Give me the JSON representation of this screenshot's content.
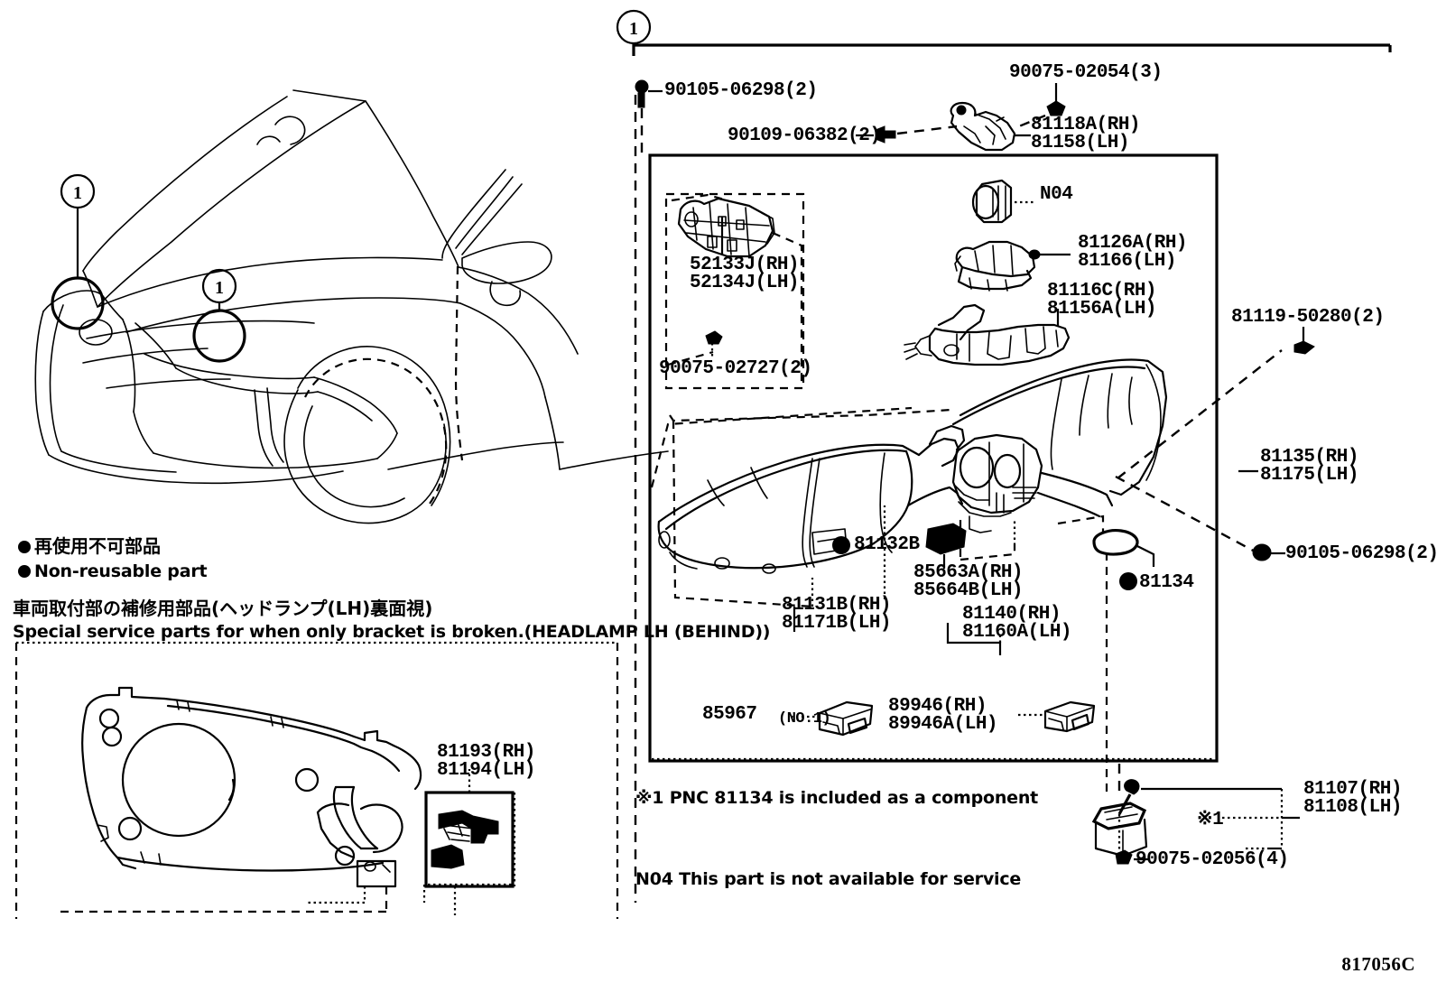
{
  "diagram": {
    "id": "817056C",
    "section_marker": "1",
    "vehicle_markers": [
      "1",
      "1"
    ]
  },
  "legend": {
    "nonreusable_jp": "再使用不可部品",
    "nonreusable_en": "Non-reusable part",
    "special_jp": "車両取付部の補修用部品(ヘッドランプ(LH)裏面視)",
    "special_en": "Special service parts for when only bracket is broken.(HEADLAMP LH (BEHIND))"
  },
  "notes": {
    "note1": "※1 PNC 81134 is included as a component",
    "note2": "N04 This part is not available for service"
  },
  "parts": {
    "bolt_top_left": "90105-06298(2)",
    "screw_mid": "90109-06382(2)",
    "nut_top_right": "90075-02054(3)",
    "bracket_upper_rh": "81118A(RH)",
    "bracket_upper_lh": "81158(LH)",
    "n04": "N04",
    "cover_rh": "52133J(RH)",
    "cover_lh": "52134J(LH)",
    "clip_cover": "90075-02727(2)",
    "bracket_126_rh": "81126A(RH)",
    "bracket_126_lh": "81166(LH)",
    "bracket_116_rh": "81116C(RH)",
    "bracket_116_lh": "81156A(LH)",
    "screw_right": "81119-50280(2)",
    "housing_rh": "81135(RH)",
    "housing_lh": "81175(LH)",
    "bolt_right_low": "90105-06298(2)",
    "lens_dot": "81132B",
    "lens_rh": "81131B(RH)",
    "lens_lh": "81171B(LH)",
    "socket_rh": "85663A(RH)",
    "socket_lh": "85664B(LH)",
    "unit_rh": "81140(RH)",
    "unit_lh": "81160A(LH)",
    "cap_dot": "81134",
    "computer_85967": "85967",
    "computer_85967_no": "(NO.1)",
    "computer_rh": "89946(RH)",
    "computer_lh": "89946A(LH)",
    "bulb_ref": "※1",
    "bulb_rh": "81107(RH)",
    "bulb_lh": "81108(LH)",
    "bulb_screw": "90075-02056(4)",
    "service_bracket_rh": "81193(RH)",
    "service_bracket_lh": "81194(LH)"
  }
}
